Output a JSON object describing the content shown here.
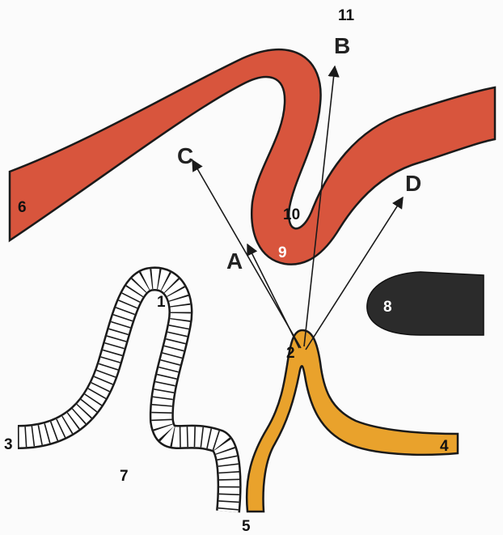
{
  "labels": {
    "n1": "1",
    "n2": "2",
    "n3": "3",
    "n4": "4",
    "n5": "5",
    "n6": "6",
    "n7": "7",
    "n8": "8",
    "n9": "9",
    "n10": "10",
    "n11": "11"
  },
  "arrows": {
    "a": "A",
    "b": "B",
    "c": "C",
    "d": "D"
  },
  "colors": {
    "red_band": "#d8553d",
    "orange_band": "#e9a22c",
    "dark_blob": "#2b2b2b",
    "outline": "#1a1a1a"
  }
}
